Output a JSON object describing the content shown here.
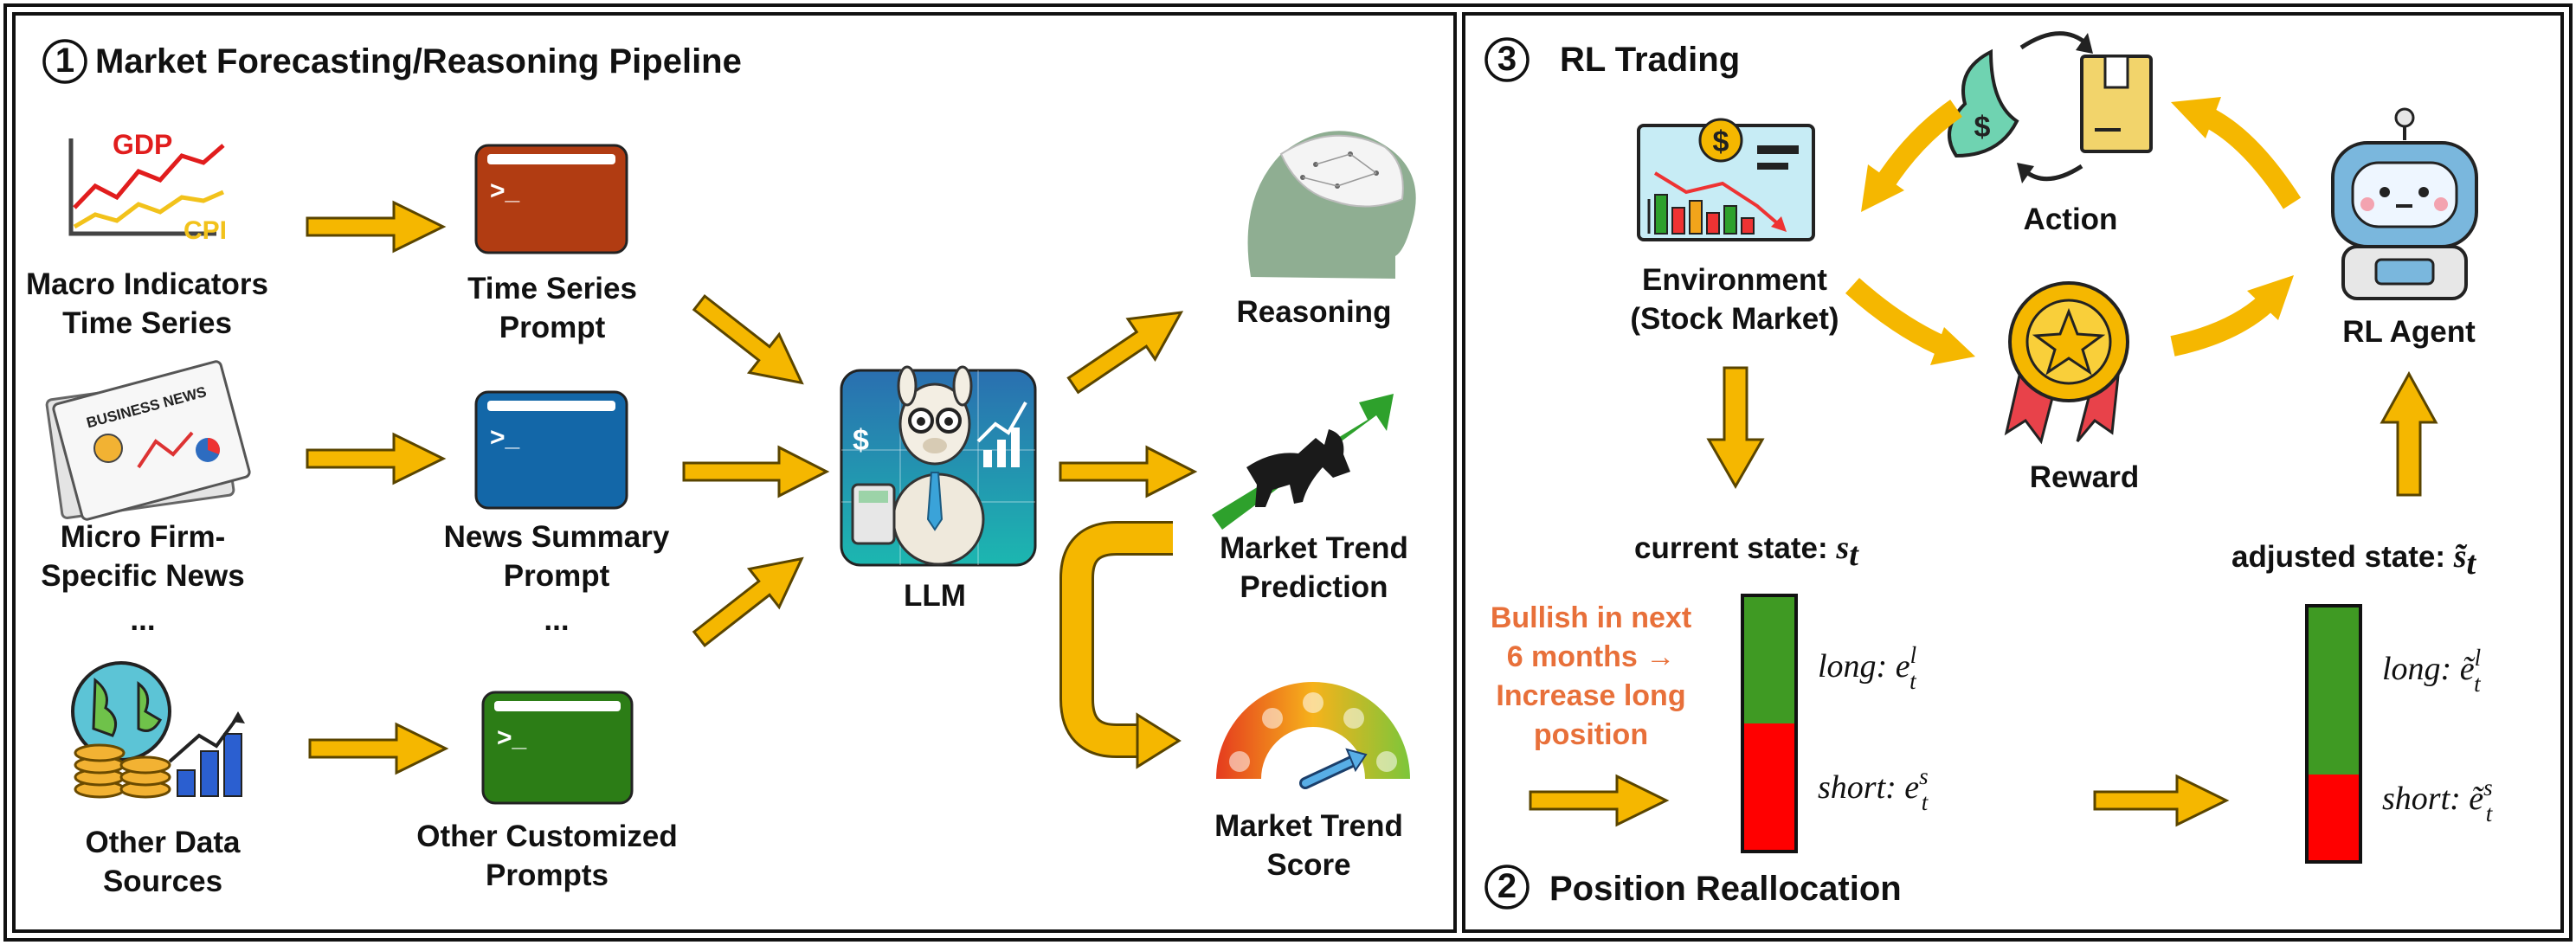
{
  "section1": {
    "number": "1",
    "title": "Market Forecasting/Reasoning Pipeline",
    "sources": [
      {
        "line1": "Macro Indicators",
        "line2": "Time Series"
      },
      {
        "line1": "Micro Firm-",
        "line2": "Specific News"
      },
      {
        "line1": "Other Data",
        "line2": "Sources"
      }
    ],
    "source_ellipsis": "...",
    "chart_labels": {
      "gdp": "GDP",
      "cpi": "CPI"
    },
    "newspaper_label": "BUSINESS NEWS",
    "prompts": [
      {
        "line1": "Time Series",
        "line2": "Prompt",
        "color": "#b13c12"
      },
      {
        "line1": "News Summary",
        "line2": "Prompt",
        "color": "#1367a8"
      },
      {
        "line1": "Other Customized",
        "line2": "Prompts",
        "color": "#2c7d16"
      }
    ],
    "prompt_ellipsis": "...",
    "terminal_glyph": ">_",
    "llm_label": "LLM",
    "outputs": {
      "reasoning": "Reasoning",
      "prediction_line1": "Market Trend",
      "prediction_line2": "Prediction",
      "score_line1": "Market Trend",
      "score_line2": "Score"
    }
  },
  "section3": {
    "number": "3",
    "title": "RL Trading",
    "environment_line1": "Environment",
    "environment_line2": "(Stock Market)",
    "action": "Action",
    "reward": "Reward",
    "agent": "RL Agent"
  },
  "section2": {
    "number": "2",
    "title": "Position Reallocation",
    "current_state_label": "current state: ",
    "current_state_symbol": "s",
    "current_state_sub": "t",
    "adjusted_state_label": "adjusted state: ",
    "adjusted_state_symbol": "s̃",
    "adjusted_state_sub": "t",
    "annotation": [
      "Bullish in next",
      "6 months →",
      "Increase long",
      "position"
    ],
    "long_label": "long: ",
    "short_label": "short: ",
    "long_symbol": "e",
    "short_symbol": "e",
    "long_symbol_tilde": "ẽ",
    "short_symbol_tilde": "ẽ",
    "sub_t": "t",
    "sup_long": "l",
    "sup_short": "s",
    "current_bar": {
      "long_fraction": 0.5
    },
    "adjusted_bar": {
      "long_fraction": 0.66
    }
  },
  "colors": {
    "arrow": "#f5b700",
    "long": "#3f9a23",
    "short": "#ff0000",
    "annotation": "#e8703a",
    "gdp": "#e11d1d",
    "cpi": "#f2c21b"
  }
}
